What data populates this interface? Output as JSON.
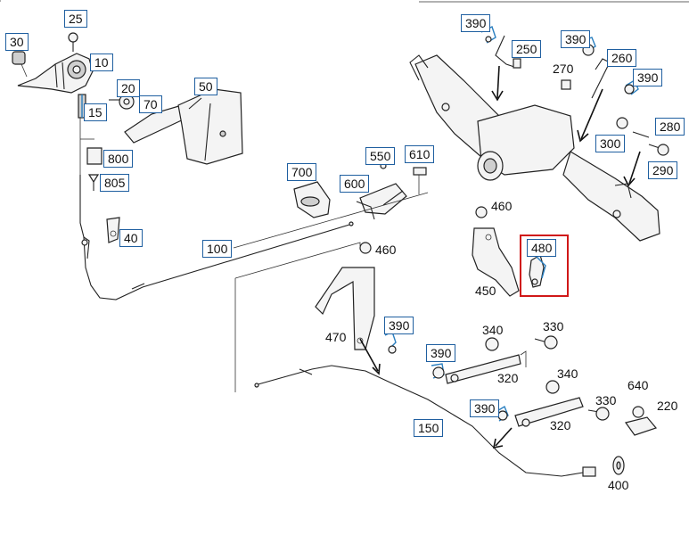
{
  "callouts": [
    {
      "id": "25",
      "text": "25",
      "boxed": true
    },
    {
      "id": "30",
      "text": "30",
      "boxed": true
    },
    {
      "id": "10",
      "text": "10",
      "boxed": true
    },
    {
      "id": "20",
      "text": "20",
      "boxed": true
    },
    {
      "id": "70",
      "text": "70",
      "boxed": true
    },
    {
      "id": "15",
      "text": "15",
      "boxed": true
    },
    {
      "id": "50",
      "text": "50",
      "boxed": true
    },
    {
      "id": "800",
      "text": "800",
      "boxed": true
    },
    {
      "id": "805",
      "text": "805",
      "boxed": true
    },
    {
      "id": "40",
      "text": "40",
      "boxed": true
    },
    {
      "id": "100",
      "text": "100",
      "boxed": true
    },
    {
      "id": "700",
      "text": "700",
      "boxed": true
    },
    {
      "id": "550",
      "text": "550",
      "boxed": true
    },
    {
      "id": "610",
      "text": "610",
      "boxed": true
    },
    {
      "id": "600",
      "text": "600",
      "boxed": true
    },
    {
      "id": "390a",
      "text": "390",
      "boxed": true
    },
    {
      "id": "250",
      "text": "250",
      "boxed": true
    },
    {
      "id": "390b",
      "text": "390",
      "boxed": true
    },
    {
      "id": "270",
      "text": "270",
      "boxed": false
    },
    {
      "id": "260",
      "text": "260",
      "boxed": true
    },
    {
      "id": "390c",
      "text": "390",
      "boxed": true
    },
    {
      "id": "280",
      "text": "280",
      "boxed": true
    },
    {
      "id": "300",
      "text": "300",
      "boxed": true
    },
    {
      "id": "290",
      "text": "290",
      "boxed": true
    },
    {
      "id": "460a",
      "text": "460",
      "boxed": false
    },
    {
      "id": "480",
      "text": "480",
      "boxed": true,
      "highlighted": true
    },
    {
      "id": "450",
      "text": "450",
      "boxed": false
    },
    {
      "id": "460b",
      "text": "460",
      "boxed": false
    },
    {
      "id": "470",
      "text": "470",
      "boxed": false
    },
    {
      "id": "390d",
      "text": "390",
      "boxed": true
    },
    {
      "id": "340a",
      "text": "340",
      "boxed": false
    },
    {
      "id": "330a",
      "text": "330",
      "boxed": false
    },
    {
      "id": "390e",
      "text": "390",
      "boxed": true
    },
    {
      "id": "320a",
      "text": "320",
      "boxed": false
    },
    {
      "id": "340b",
      "text": "340",
      "boxed": false
    },
    {
      "id": "640",
      "text": "640",
      "boxed": false
    },
    {
      "id": "330b",
      "text": "330",
      "boxed": false
    },
    {
      "id": "220",
      "text": "220",
      "boxed": false
    },
    {
      "id": "390f",
      "text": "390",
      "boxed": true
    },
    {
      "id": "320b",
      "text": "320",
      "boxed": false
    },
    {
      "id": "150",
      "text": "150",
      "boxed": true
    },
    {
      "id": "400",
      "text": "400",
      "boxed": false
    }
  ],
  "highlight_color": "#d01818",
  "callout_border_color": "#1f5fa0"
}
